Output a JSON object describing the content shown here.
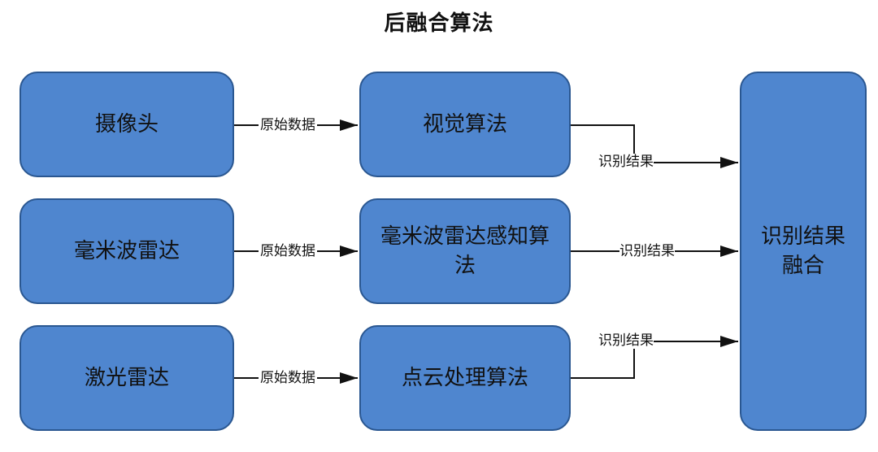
{
  "title": "后融合算法",
  "sensors": [
    "摄像头",
    "毫米波雷达",
    "激光雷达"
  ],
  "algorithms": [
    "视觉算法",
    "毫米波雷达感知算法",
    "点云处理算法"
  ],
  "fusion": "识别结果融合",
  "edge_input_label": "原始数据",
  "edge_output_label": "识别结果",
  "colors": {
    "box_fill": "#4f86cf",
    "box_border": "#2a5791",
    "arrow": "#111111"
  }
}
